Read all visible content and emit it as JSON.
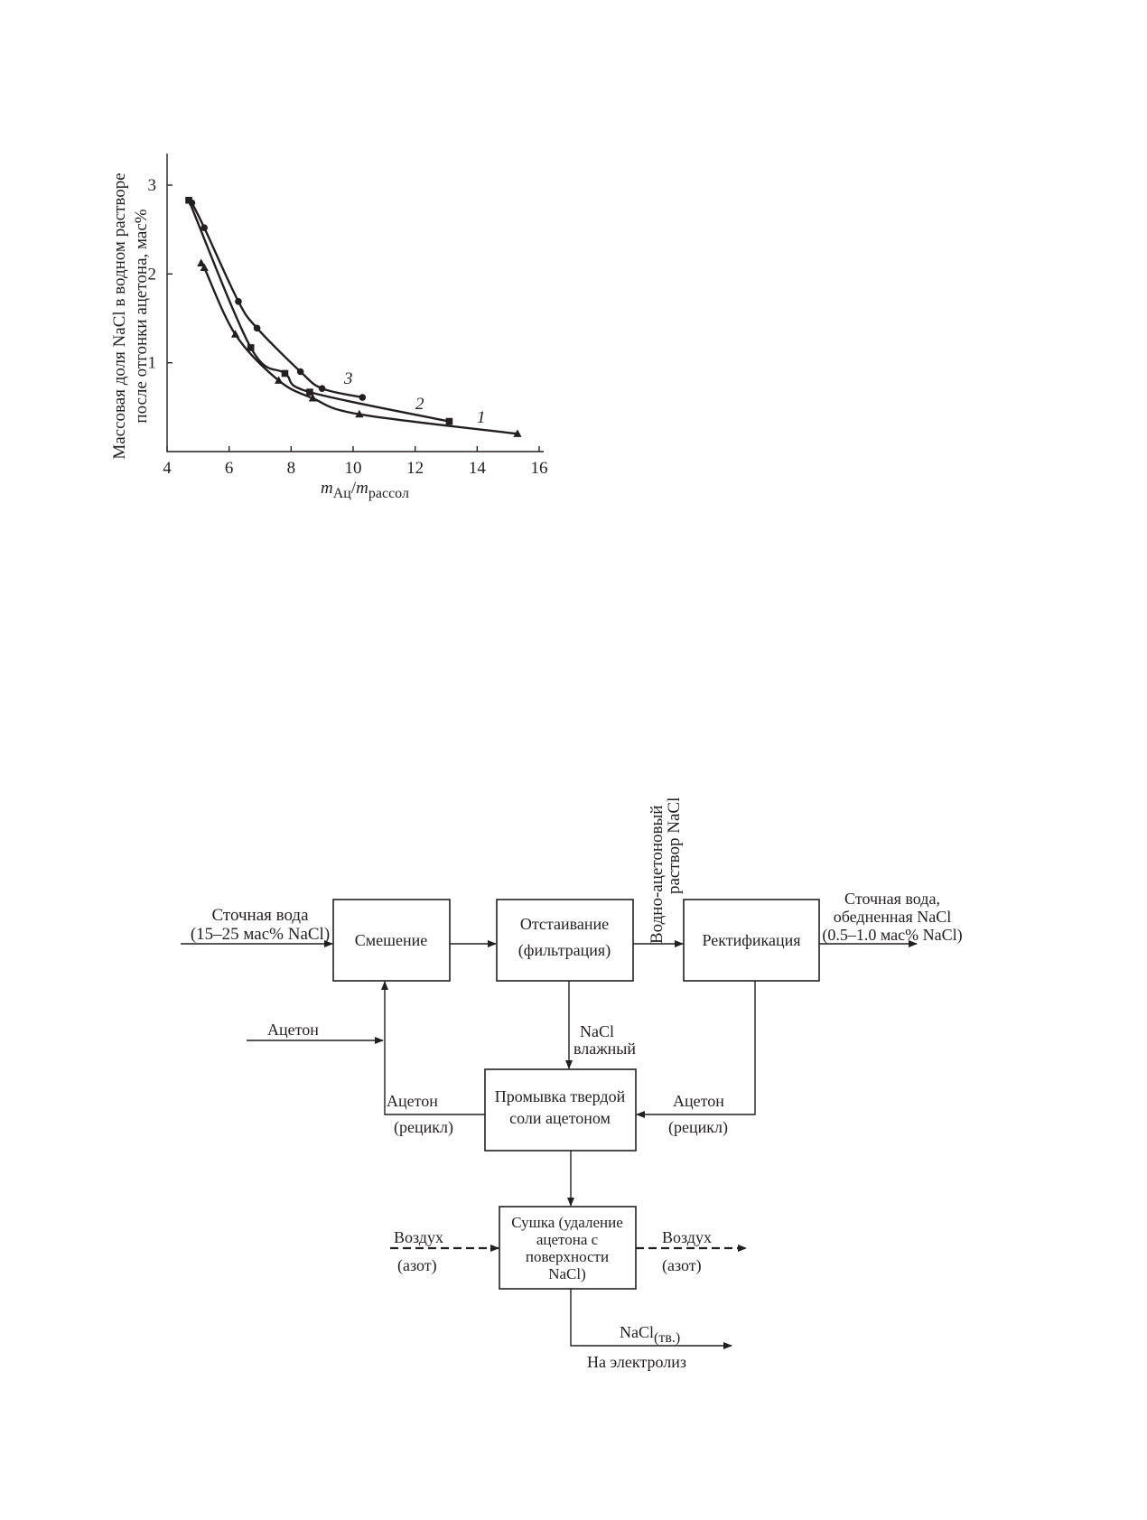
{
  "chart_data": {
    "type": "scatter",
    "xlabel": {
      "main": "m",
      "sub1": "Ац",
      "slash": "/",
      "main2": "m",
      "sub2": "рассол"
    },
    "ylabel": [
      "Массовая доля NaCl в водном растворе",
      "после отгонки ацетона, мас%"
    ],
    "xlim": [
      4,
      16
    ],
    "ylim": [
      0,
      3
    ],
    "xticks": [
      "4",
      "6",
      "8",
      "10",
      "12",
      "14",
      "16"
    ],
    "yticks": [
      "1",
      "2",
      "3"
    ],
    "grid": false,
    "series": [
      {
        "name": "1",
        "marker": "triangle",
        "points": [
          [
            5.1,
            2.12
          ],
          [
            5.2,
            2.07
          ],
          [
            6.2,
            1.32
          ],
          [
            7.6,
            0.8
          ],
          [
            8.7,
            0.6
          ],
          [
            10.2,
            0.42
          ],
          [
            15.3,
            0.2
          ]
        ]
      },
      {
        "name": "2",
        "marker": "square",
        "points": [
          [
            4.7,
            2.83
          ],
          [
            6.7,
            1.17
          ],
          [
            7.8,
            0.88
          ],
          [
            8.6,
            0.67
          ],
          [
            13.1,
            0.34
          ]
        ]
      },
      {
        "name": "3",
        "marker": "circle",
        "points": [
          [
            4.8,
            2.8
          ],
          [
            5.2,
            2.52
          ],
          [
            6.3,
            1.69
          ],
          [
            6.9,
            1.39
          ],
          [
            8.3,
            0.9
          ],
          [
            9.0,
            0.71
          ],
          [
            10.3,
            0.61
          ]
        ]
      }
    ]
  },
  "diagram": {
    "boxes": {
      "mixing": [
        "Смешение"
      ],
      "settling": [
        "Отстаивание",
        "(фильтрация)"
      ],
      "rectification": [
        "Ректификация"
      ],
      "washing": [
        "Промывка твердой",
        "соли ацетоном"
      ],
      "drying": [
        "Сушка (удаление",
        "ацетона с",
        "поверхности",
        "NaCl)"
      ]
    },
    "labels": {
      "wastewater_in": [
        "Сточная вода",
        "(15–25 мас% NaCl)"
      ],
      "solution": [
        "Водно-ацетоновый",
        "раствор NaCl"
      ],
      "wastewater_out": [
        "Сточная вода,",
        "обедненная NaCl",
        "(0.5–1.0 мас% NaCl)"
      ],
      "acetone_in": "Ацетон",
      "acetone_recycle_left": [
        "Ацетон",
        "(рецикл)"
      ],
      "wet_nacl": [
        "NaCl",
        "влажный"
      ],
      "acetone_recycle_right": [
        "Ацетон",
        "(рецикл)"
      ],
      "air_in": [
        "Воздух",
        "(азот)"
      ],
      "air_out": [
        "Воздух",
        "(азот)"
      ],
      "nacl_solid_main": "NaCl",
      "nacl_solid_sub": "(тв.)",
      "to_electrolysis": "На электролиз"
    }
  }
}
